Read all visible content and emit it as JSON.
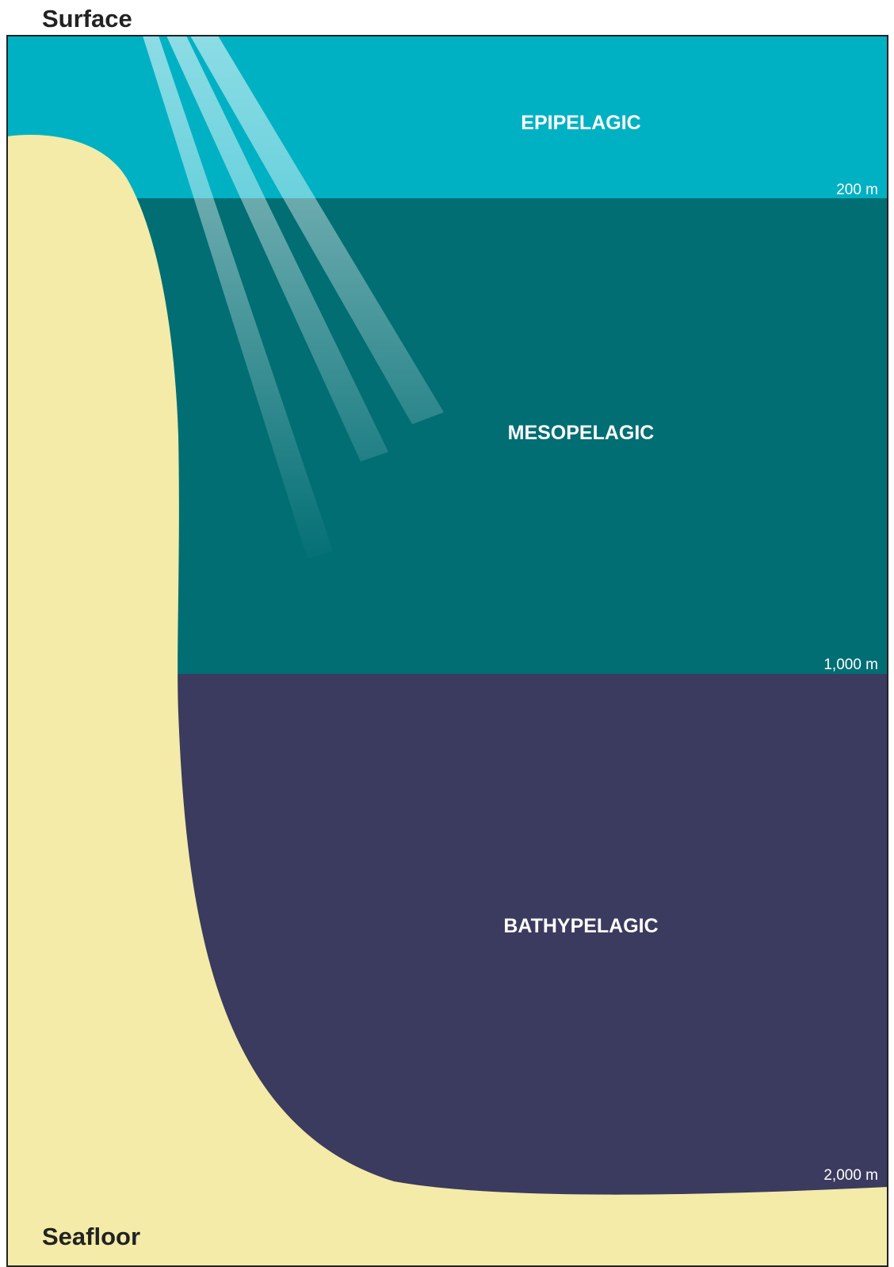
{
  "labels": {
    "surface": "Surface",
    "seafloor": "Seafloor"
  },
  "zones": [
    {
      "name": "EPIPELAGIC",
      "color": "#00b1c4"
    },
    {
      "name": "MESOPELAGIC",
      "color": "#016e74"
    },
    {
      "name": "BATHYPELAGIC",
      "color": "#3b3a5f"
    }
  ],
  "depths": [
    {
      "label": "200 m"
    },
    {
      "label": "1,000 m"
    },
    {
      "label": "2,000 m"
    }
  ],
  "colors": {
    "seafloor": "#f3eba7",
    "frame": "#222222",
    "light_beam": "#ffffff"
  }
}
